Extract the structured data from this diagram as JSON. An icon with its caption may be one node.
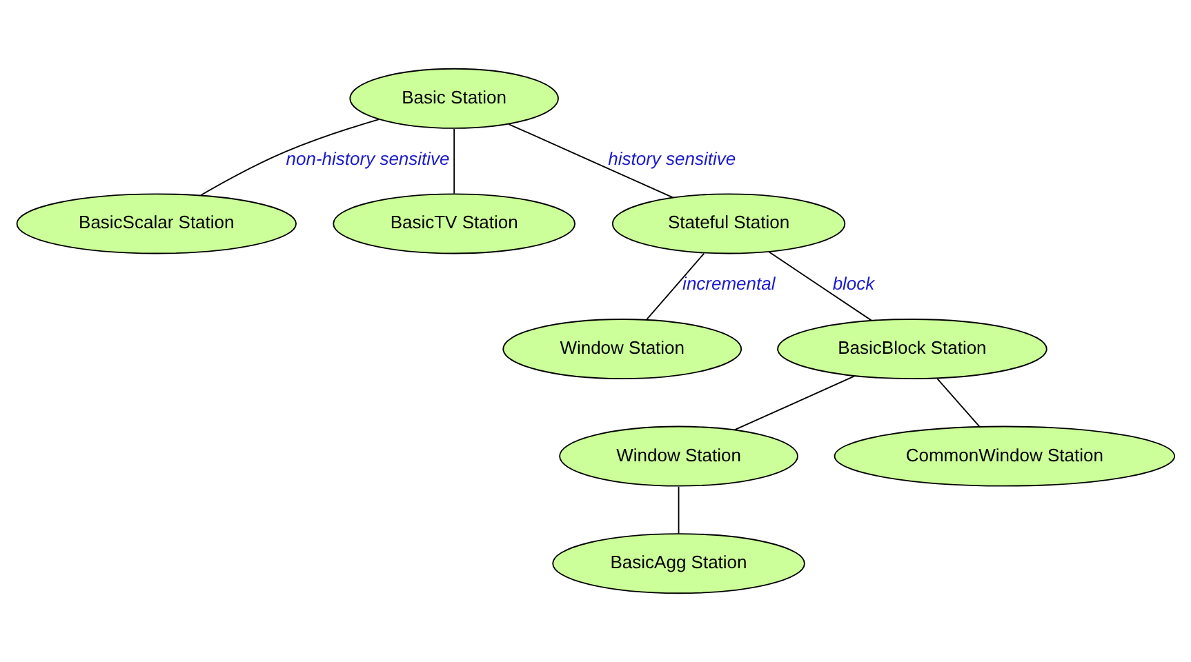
{
  "diagram": {
    "nodes": [
      {
        "text": [
          "Basic Station"
        ]
      },
      {
        "text": [
          "BasicScalar Station"
        ]
      },
      {
        "text": [
          "BasicTV Station"
        ]
      },
      {
        "text": [
          "Stateful Station"
        ]
      },
      {
        "text": [
          "Window Station"
        ]
      },
      {
        "text": [
          "BasicBlock Station"
        ]
      },
      {
        "text": [
          "Window Station"
        ]
      },
      {
        "text": [
          "CommonWindow Station"
        ]
      },
      {
        "text": [
          "BasicAgg Station"
        ]
      }
    ],
    "edges": [
      {
        "from": 0,
        "to": 1,
        "arrow": "none",
        "label": "non-history sensitive"
      },
      {
        "from": 0,
        "to": 2,
        "arrow": "none"
      },
      {
        "from": 0,
        "to": 3,
        "arrow": "none",
        "label": "history sensitive"
      },
      {
        "from": 3,
        "to": 4,
        "arrow": "none",
        "label": "incremental"
      },
      {
        "from": 3,
        "to": 5,
        "arrow": "none",
        "label": "block"
      },
      {
        "from": 5,
        "to": 6,
        "arrow": "none"
      },
      {
        "from": 5,
        "to": 7,
        "arrow": "none"
      },
      {
        "from": 6,
        "to": 8,
        "arrow": "none"
      }
    ]
  }
}
